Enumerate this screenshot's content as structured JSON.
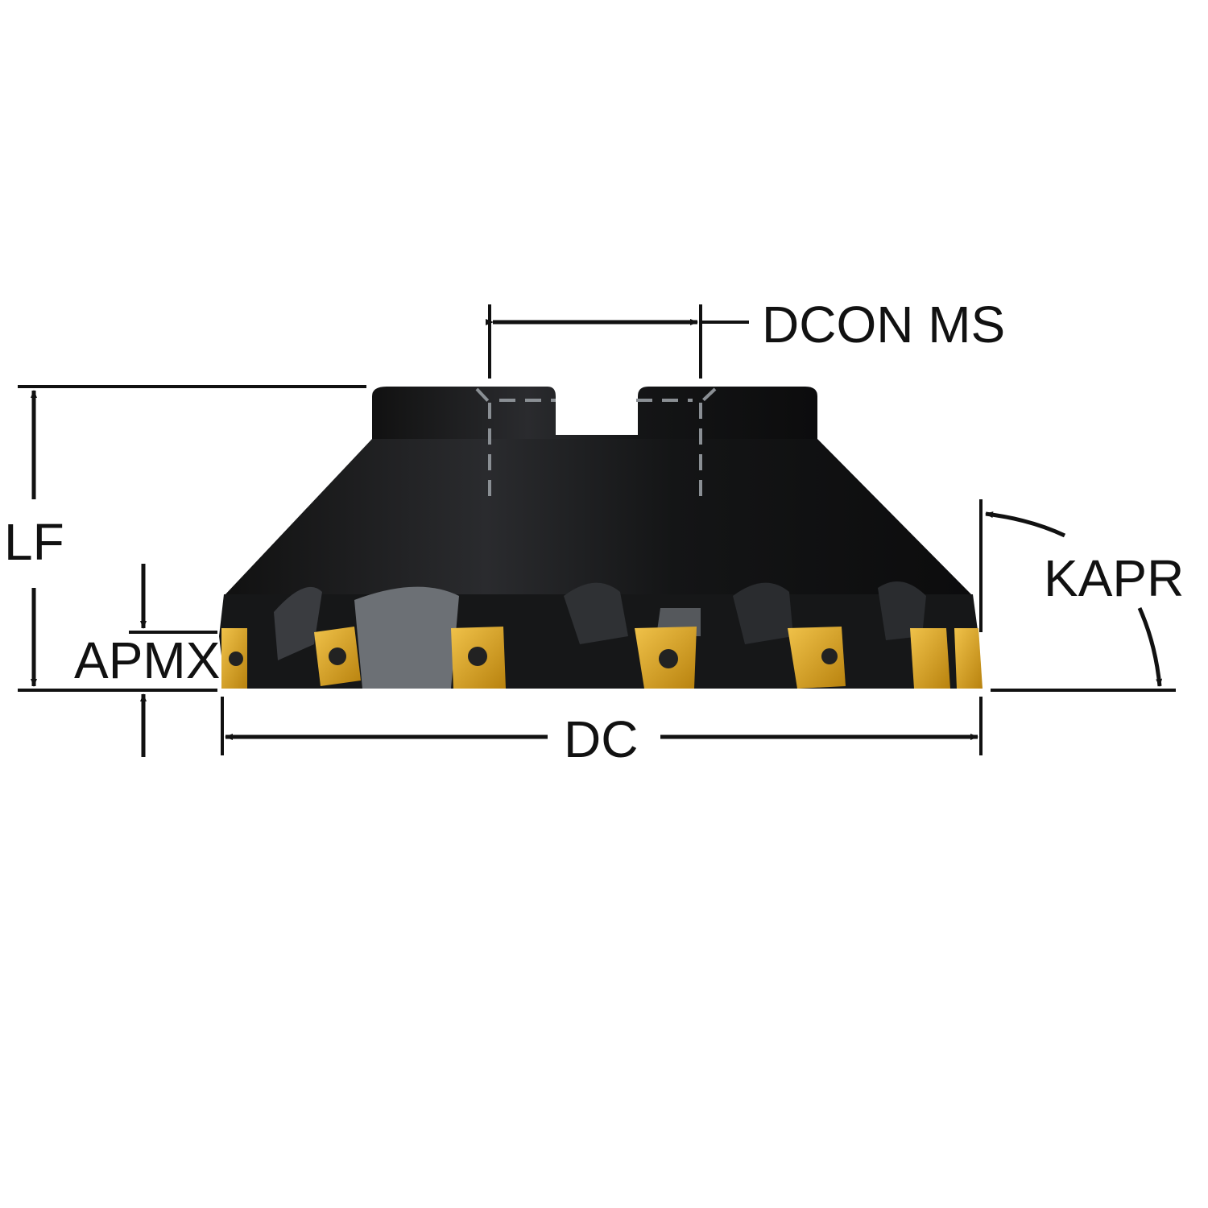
{
  "labels": {
    "dcon": "DCON MS",
    "lf": "LF",
    "kapr": "KAPR",
    "apmx": "APMX",
    "dc": "DC"
  },
  "colors": {
    "body": "#1b1c1e",
    "insert": "#d9a21c",
    "dimension": "#111111",
    "hidden_line": "#8a8f94"
  }
}
